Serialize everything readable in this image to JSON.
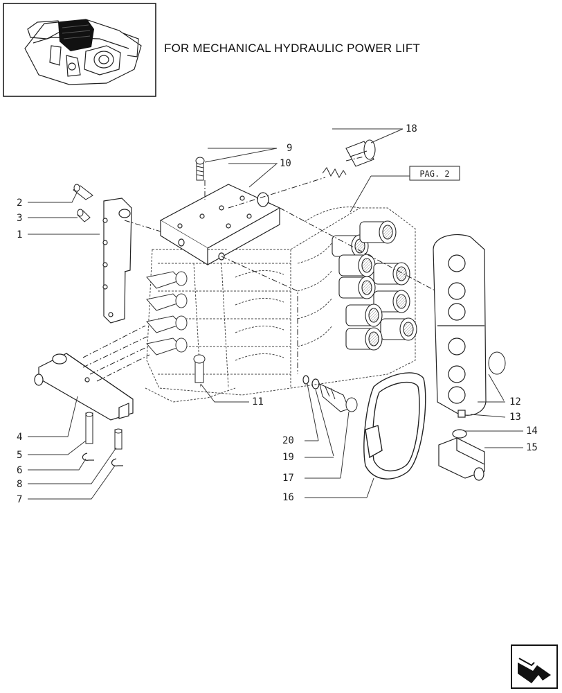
{
  "header": {
    "title": "FOR MECHANICAL HYDRAULIC POWER LIFT"
  },
  "reference_label": "PAG. 2",
  "callouts": [
    "1",
    "2",
    "3",
    "4",
    "5",
    "6",
    "7",
    "8",
    "9",
    "10",
    "11",
    "12",
    "13",
    "14",
    "15",
    "16",
    "17",
    "18",
    "19",
    "20"
  ],
  "icons": {
    "thumbnail": "hydraulic-lift-thumbnail",
    "next_page": "next-page-arrow-icon"
  }
}
